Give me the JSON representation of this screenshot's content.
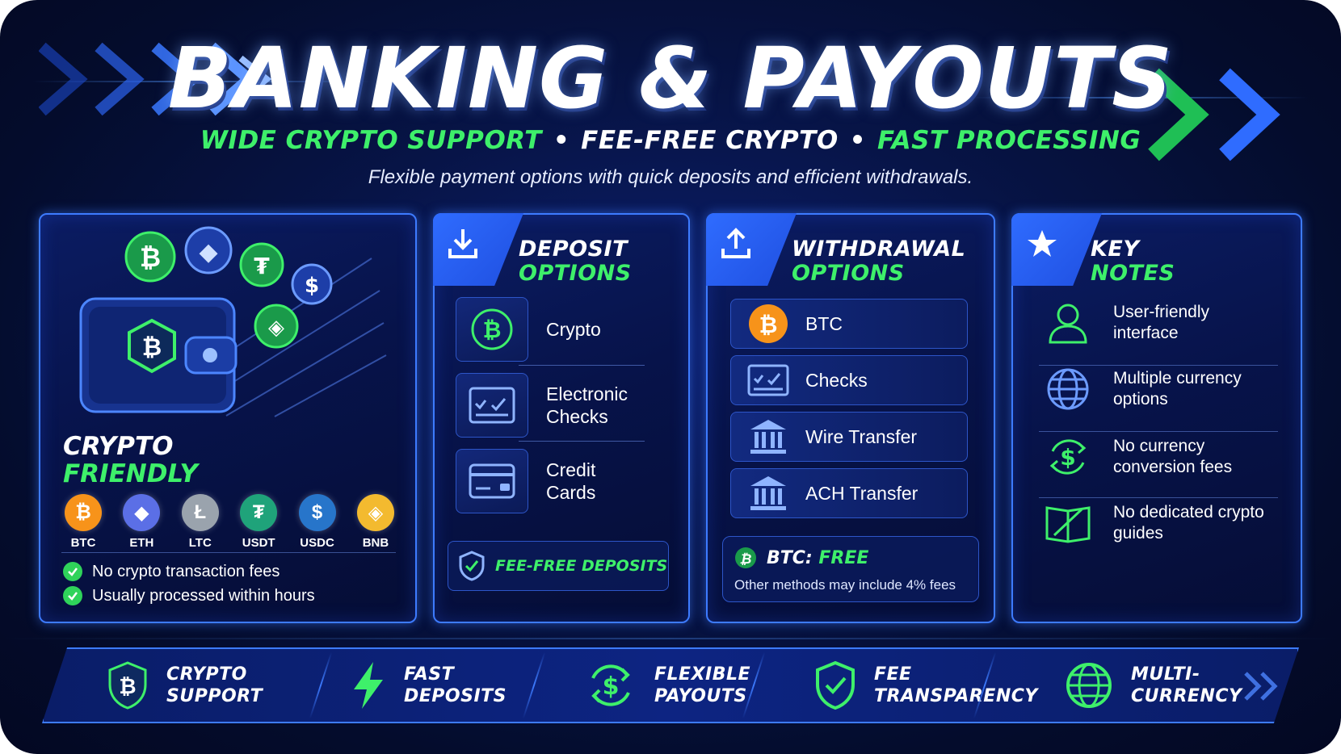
{
  "header": {
    "title": "BANKING & PAYOUTS",
    "tagline": [
      "WIDE CRYPTO SUPPORT",
      "FEE-FREE CRYPTO",
      "FAST PROCESSING"
    ],
    "tagline_separator": "•",
    "subtitle": "Flexible payment options with quick deposits and efficient withdrawals."
  },
  "crypto_panel": {
    "title_line1": "CRYPTO",
    "title_line2": "FRIENDLY",
    "coins": [
      {
        "symbol": "BTC",
        "glyph": "₿",
        "color": "#f7931a"
      },
      {
        "symbol": "ETH",
        "glyph": "◆",
        "color": "#5b6fe6"
      },
      {
        "symbol": "LTC",
        "glyph": "Ł",
        "color": "#9aa3ad"
      },
      {
        "symbol": "USDT",
        "glyph": "₮",
        "color": "#1fa37a"
      },
      {
        "symbol": "USDC",
        "glyph": "$",
        "color": "#2775ca"
      },
      {
        "symbol": "BNB",
        "glyph": "◈",
        "color": "#f3ba2f"
      }
    ],
    "checks": [
      "No crypto transaction fees",
      "Usually processed within hours"
    ]
  },
  "deposit_panel": {
    "title_line1": "DEPOSIT",
    "title_line2": "OPTIONS",
    "items": [
      {
        "label": "Crypto",
        "icon": "bitcoin-icon"
      },
      {
        "label": "Electronic Checks",
        "icon": "check-icon"
      },
      {
        "label": "Credit Cards",
        "icon": "credit-card-icon"
      }
    ],
    "footer": "FEE-FREE DEPOSITS"
  },
  "withdrawal_panel": {
    "title_line1": "WITHDRAWAL",
    "title_line2": "OPTIONS",
    "items": [
      {
        "label": "BTC",
        "icon": "bitcoin-icon"
      },
      {
        "label": "Checks",
        "icon": "check-icon"
      },
      {
        "label": "Wire Transfer",
        "icon": "bank-icon"
      },
      {
        "label": "ACH Transfer",
        "icon": "bank-icon"
      }
    ],
    "btc_key": "BTC:",
    "btc_value": "FREE",
    "note": "Other methods may include 4% fees"
  },
  "notes_panel": {
    "title_line1": "KEY",
    "title_line2": "NOTES",
    "items": [
      {
        "label": "User-friendly interface",
        "icon": "user-icon"
      },
      {
        "label": "Multiple currency options",
        "icon": "globe-icon"
      },
      {
        "label": "No currency conversion fees",
        "icon": "dollar-cycle-icon"
      },
      {
        "label": "No dedicated crypto guides",
        "icon": "book-icon"
      }
    ]
  },
  "features": [
    {
      "line1": "CRYPTO",
      "line2": "SUPPORT",
      "icon": "shield-bitcoin-icon"
    },
    {
      "line1": "FAST",
      "line2": "DEPOSITS",
      "icon": "lightning-icon"
    },
    {
      "line1": "FLEXIBLE",
      "line2": "PAYOUTS",
      "icon": "dollar-cycle-icon"
    },
    {
      "line1": "FEE",
      "line2": "TRANSPARENCY",
      "icon": "shield-check-icon"
    },
    {
      "line1": "MULTI-",
      "line2": "CURRENCY",
      "icon": "globe-icon"
    }
  ],
  "colors": {
    "accent_green": "#3ef06a",
    "accent_blue": "#3d7bff",
    "background": "#050d35"
  }
}
